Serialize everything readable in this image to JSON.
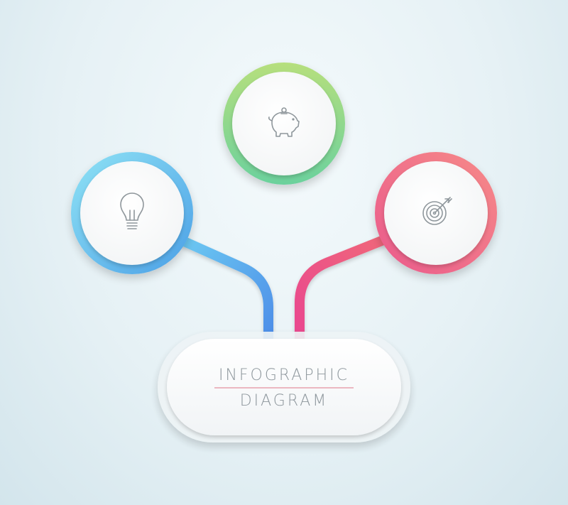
{
  "title": {
    "line1": "INFOGRAPHIC",
    "line2": "DIAGRAM"
  },
  "nodes": [
    {
      "id": "left",
      "icon": "lightbulb-icon",
      "color": "#5cc9f0",
      "color_dark": "#4aa8e6"
    },
    {
      "id": "center",
      "icon": "piggy-bank-icon",
      "color": "#9fd67a",
      "color_dark": "#72d19a"
    },
    {
      "id": "right",
      "icon": "target-icon",
      "color": "#f06f82",
      "color_dark": "#ee5f86"
    }
  ],
  "colors": {
    "title_underline": "#e7a1ae",
    "title_text": "#8d969c",
    "icon_stroke": "#8f979c"
  }
}
